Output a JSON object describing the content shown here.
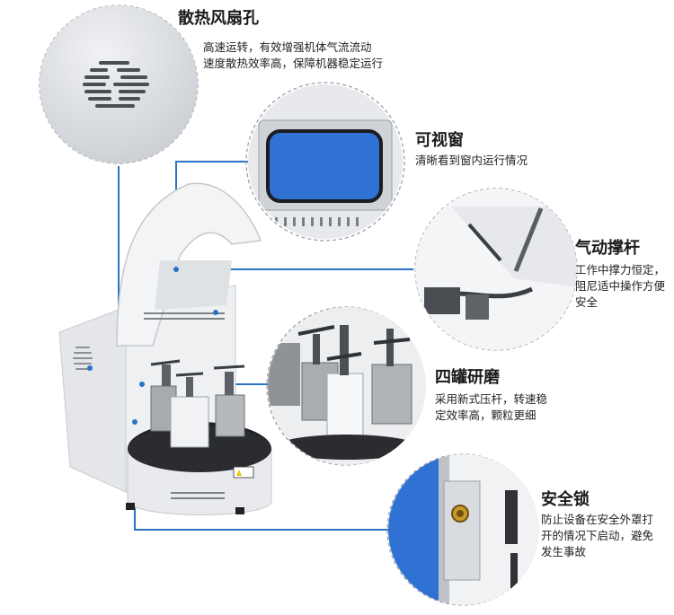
{
  "colors": {
    "accent": "#2a73c6",
    "window_blue": "#2f72d4",
    "machine_white": "#e9ebee"
  },
  "features": [
    {
      "title": "散热风扇孔",
      "lines": [
        "高速运转，有效增强机体气流流动",
        "速度散热效率高，保障机器稳定运行"
      ]
    },
    {
      "title": "可视窗",
      "lines": [
        "清晰看到窗内运行情况"
      ]
    },
    {
      "title": "气动撑杆",
      "lines": [
        "工作中撑力恒定，",
        "阻尼适中操作方便",
        "安全"
      ]
    },
    {
      "title": "四罐研磨",
      "lines": [
        "采用新式压杆，转速稳",
        "定效率高，颗粒更细"
      ]
    },
    {
      "title": "安全锁",
      "lines": [
        "防止设备在安全外罩打",
        "开的情况下启动，避免",
        "发生事故"
      ]
    }
  ],
  "icons": {
    "fan": "fan-vent-icon",
    "window": "view-window-icon",
    "strut": "gas-strut-icon",
    "jars": "grinding-jars-icon",
    "lock": "safety-lock-icon"
  }
}
